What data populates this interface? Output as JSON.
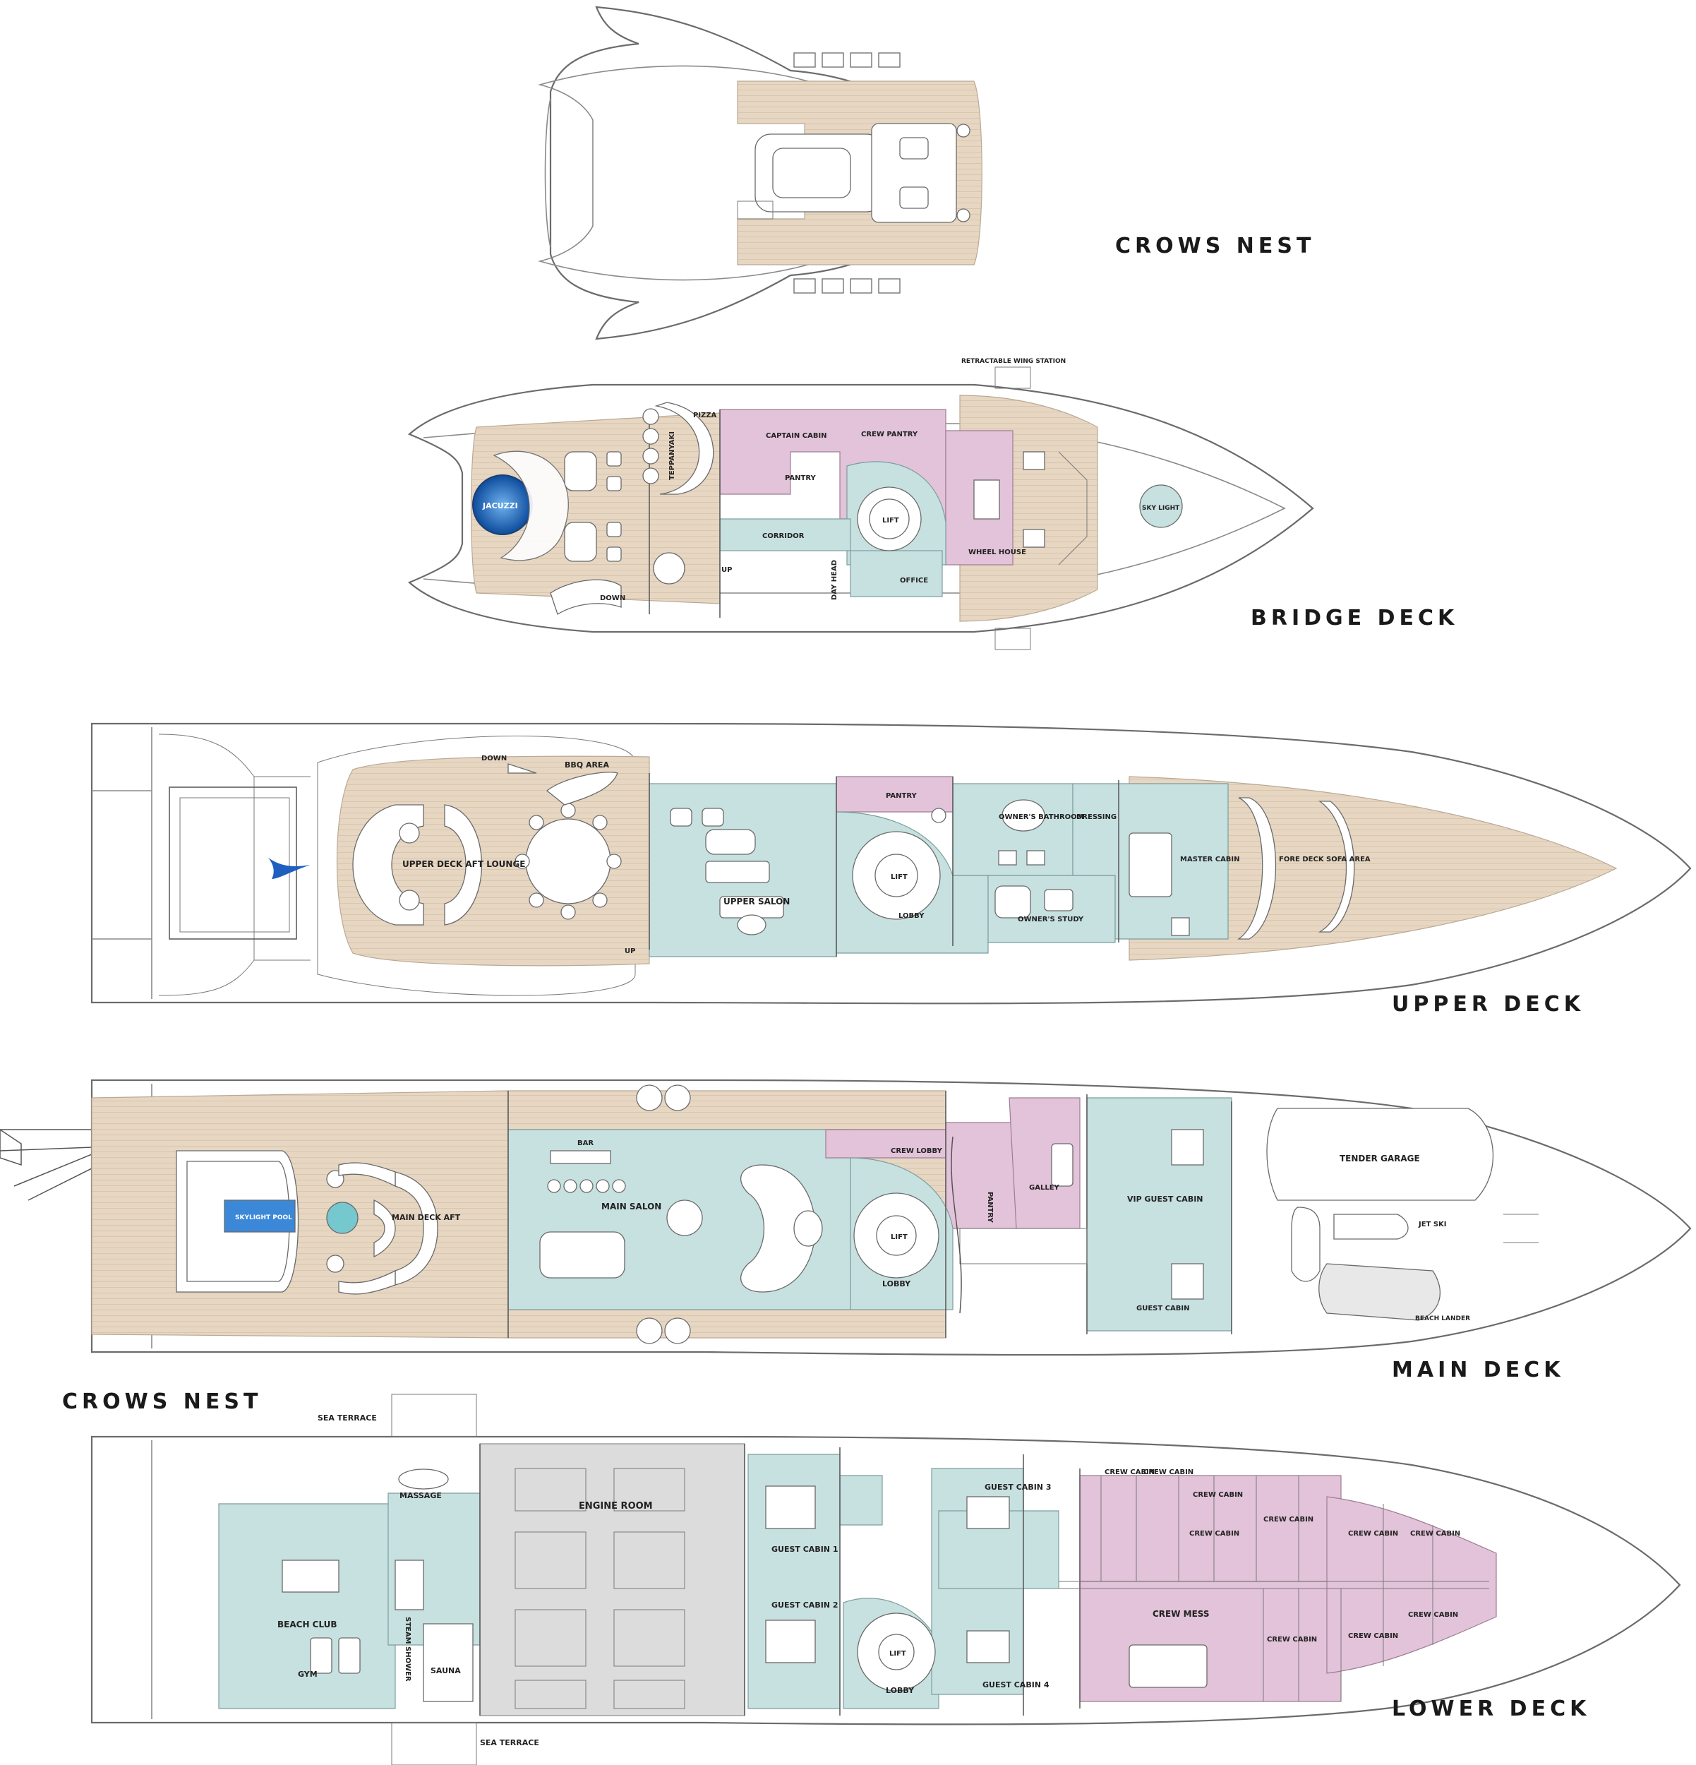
{
  "decks": {
    "crows_nest_top": {
      "title": "CROWS NEST"
    },
    "bridge": {
      "title": "BRIDGE DECK",
      "rooms": {
        "retractable": "RETRACTABLE WING STATION",
        "pizza": "PIZZA",
        "teppanyaki": "TEPPANYAKI",
        "captain_cabin": "CAPTAIN CABIN",
        "crew_pantry": "CREW PANTRY",
        "pantry": "PANTRY",
        "jacuzzi": "JACUZZI",
        "lift": "LIFT",
        "corridor": "CORRIDOR",
        "wheel_house": "WHEEL HOUSE",
        "up": "UP",
        "day_head": "DAY HEAD",
        "office": "OFFICE",
        "down": "DOWN",
        "sky_light": "SKY LIGHT"
      }
    },
    "upper": {
      "title": "UPPER DECK",
      "rooms": {
        "bbq": "BBQ AREA",
        "down": "DOWN",
        "aft_lounge": "UPPER DECK AFT LOUNGE",
        "upper_salon": "UPPER SALON",
        "pantry": "PANTRY",
        "owners_bathroom": "OWNER'S BATHROOM",
        "dressing": "DRESSING",
        "lift": "LIFT",
        "lobby": "LOBBY",
        "owners_study": "OWNER'S STUDY",
        "master_cabin": "MASTER CABIN",
        "fore_deck": "FORE DECK SOFA AREA",
        "up": "UP"
      }
    },
    "main": {
      "title": "MAIN DECK",
      "rooms": {
        "bar": "BAR",
        "crew_lobby": "CREW LOBBY",
        "pantry": "PANTRY",
        "galley": "GALLEY",
        "tender_garage": "TENDER GARAGE",
        "skylight_pool": "SKYLIGHT POOL",
        "main_deck_aft": "MAIN DECK AFT",
        "main_salon": "MAIN SALON",
        "vip_guest_cabin": "VIP GUEST CABIN",
        "jet_ski": "JET SKI",
        "lift": "LIFT",
        "lobby": "LOBBY",
        "guest_cabin": "GUEST CABIN",
        "beach_lander": "BEACH LANDER"
      }
    },
    "crows_nest_label": {
      "title": "CROWS NEST"
    },
    "lower": {
      "title": "LOWER DECK",
      "rooms": {
        "sea_terrace_top": "SEA TERRACE",
        "massage": "MASSAGE",
        "engine_room": "ENGINE ROOM",
        "guest_cabin_1": "GUEST CABIN 1",
        "guest_cabin_2": "GUEST CABIN 2",
        "guest_cabin_3": "GUEST CABIN 3",
        "guest_cabin_4": "GUEST CABIN 4",
        "beach_club": "BEACH CLUB",
        "steam_shower": "STEAM SHOWER",
        "gym": "GYM",
        "sauna": "SAUNA",
        "lift": "LIFT",
        "lobby": "LOBBY",
        "crew_mess": "CREW MESS",
        "crew_cabin": "CREW CABIN",
        "sea_terrace_bottom": "SEA TERRACE"
      }
    }
  },
  "colors": {
    "wood": "#e6d6c2",
    "guest_blue": "#c7e0e0",
    "crew_pink": "#e2c3d9",
    "technical_grey": "#dcdcdc",
    "pool_blue": "#1f6fc0"
  }
}
